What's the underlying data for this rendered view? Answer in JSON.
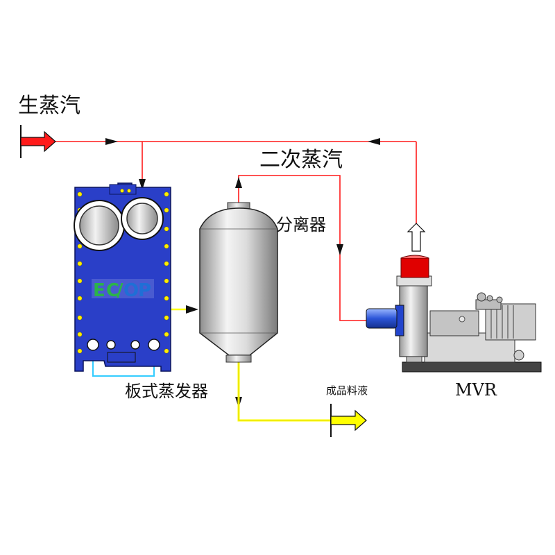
{
  "labels": {
    "live_steam": "生蒸汽",
    "secondary_steam": "二次蒸汽",
    "separator": "分离器",
    "plate_evaporator": "板式蒸发器",
    "product_liquid": "成品料液",
    "mvr": "MVR",
    "logo": "ECOP"
  },
  "colors": {
    "steam_line": "#ff1a1a",
    "liquid_line": "#ffff00",
    "condensate_line": "#33ccff",
    "plate_body": "#2a3fc8",
    "bolt": "#ffee00",
    "logo_green": "#2bb34a",
    "logo_blue": "#1f6fd6"
  },
  "icons": [
    "inlet-arrow-icon",
    "outlet-arrow-icon",
    "flow-direction-arrow-icon",
    "vent-arrow-icon"
  ]
}
